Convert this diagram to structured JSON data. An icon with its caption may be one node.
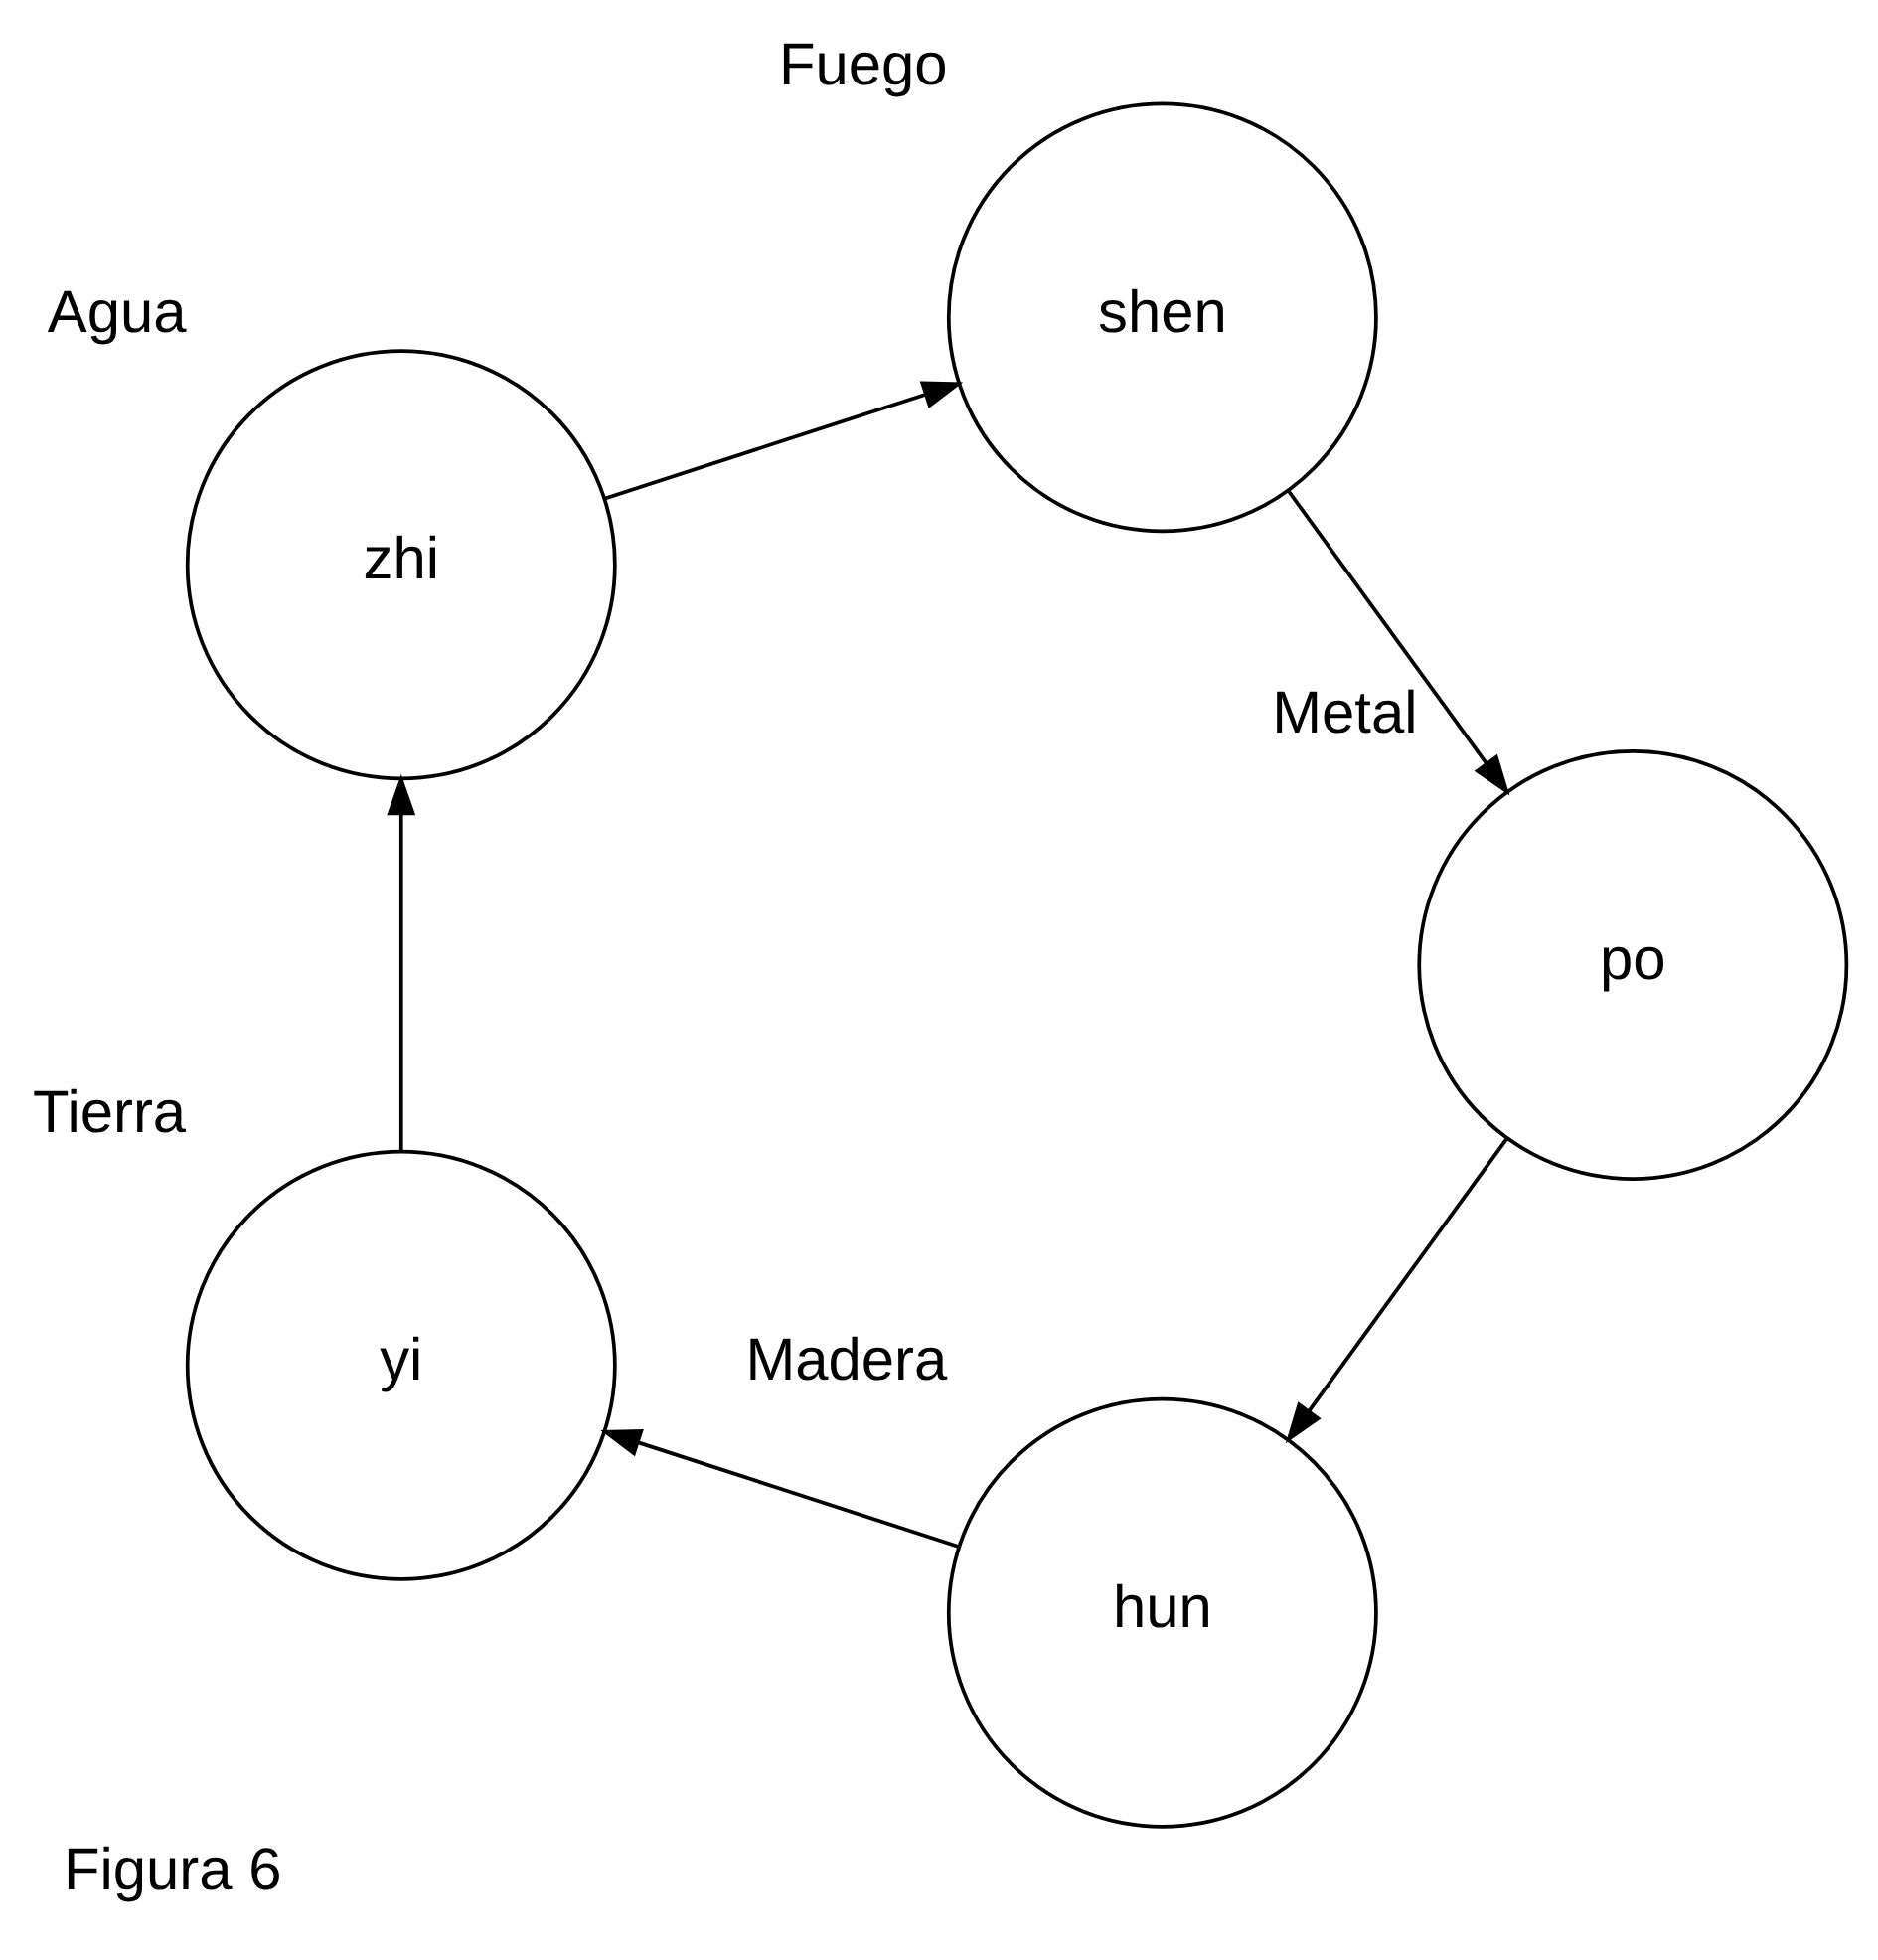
{
  "diagram": {
    "caption": "Figura 6",
    "nodes": [
      {
        "text": [
          "hun"
        ],
        "beside": [
          "Madera"
        ]
      },
      {
        "text": [
          "zhi"
        ],
        "beside": [
          "Agua"
        ]
      },
      {
        "text": [
          "shen"
        ],
        "beside": [
          "Fuego"
        ]
      },
      {
        "text": [
          "po"
        ],
        "beside": [
          "Metal"
        ]
      },
      {
        "text": [
          "yi"
        ],
        "beside": [
          "Tierra"
        ]
      }
    ],
    "edges": [
      {
        "from": 0,
        "to": 4,
        "arrow": "to"
      },
      {
        "from": 4,
        "to": 1,
        "arrow": "to"
      },
      {
        "from": 1,
        "to": 2,
        "arrow": "to"
      },
      {
        "from": 2,
        "to": 3,
        "arrow": "to"
      },
      {
        "from": 3,
        "to": 0,
        "arrow": "to"
      }
    ]
  }
}
